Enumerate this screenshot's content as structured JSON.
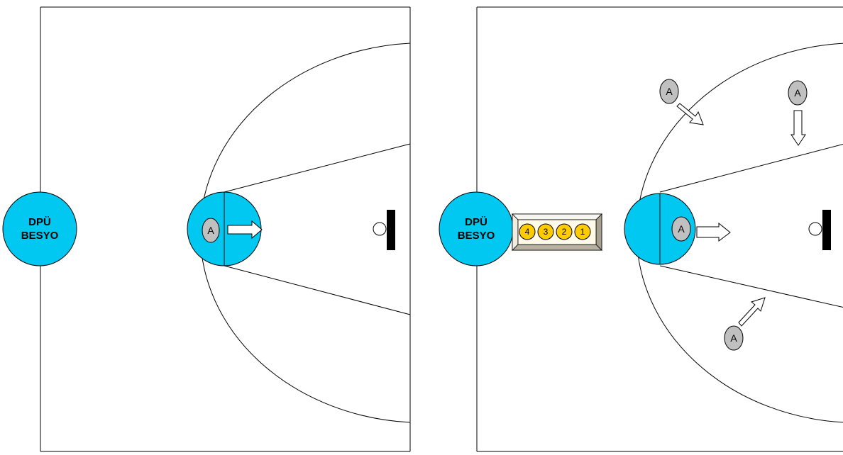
{
  "left_court": {
    "logo": {
      "line1": "DPÜ",
      "line2": "BESYO",
      "color": "#00c8f0"
    },
    "players": [
      {
        "label": "A",
        "arrow": "right"
      }
    ]
  },
  "right_court": {
    "logo": {
      "line1": "DPÜ",
      "line2": "BESYO",
      "color": "#00c8f0"
    },
    "ball_rack": {
      "balls": [
        "4",
        "3",
        "2",
        "1"
      ],
      "ball_color": "#ffcc00"
    },
    "players": [
      {
        "label": "A",
        "arrow": "down-right"
      },
      {
        "label": "A",
        "arrow": "down"
      },
      {
        "label": "A",
        "arrow": "right"
      },
      {
        "label": "A",
        "arrow": "up-right"
      }
    ]
  },
  "colors": {
    "paint": "#00c8f0",
    "player_fill": "#c0c0c0",
    "ball": "#ffcc00",
    "line": "#000000",
    "background": "#ffffff"
  }
}
